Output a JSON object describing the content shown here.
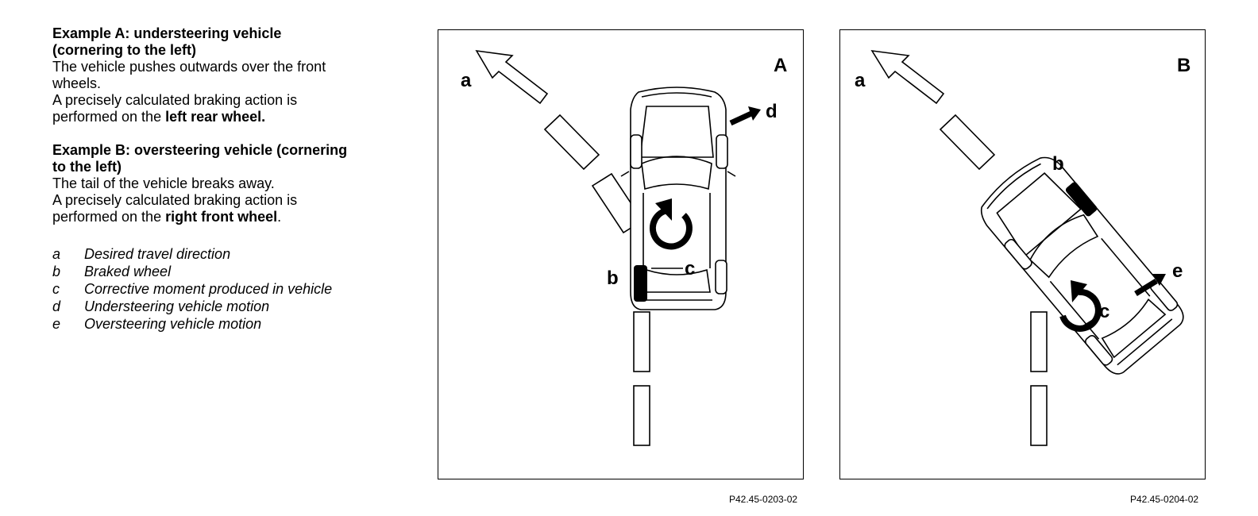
{
  "example_a": {
    "heading_line1": "Example A: understeering vehicle",
    "heading_line2": "(cornering to the left)",
    "desc_line1": "The vehicle pushes outwards over the front",
    "desc_line2": "wheels.",
    "action_line1": "A precisely calculated braking action is",
    "action_prefix": "performed on the ",
    "action_bold": "left rear wheel."
  },
  "example_b": {
    "heading_line1": "Example B: oversteering vehicle (cornering",
    "heading_line2": "to the left)",
    "desc_line1": "The tail of the vehicle breaks away.",
    "action_line1": "A precisely calculated braking action is",
    "action_prefix": "performed on the ",
    "action_bold": "right front wheel",
    "action_suffix": "."
  },
  "legend": [
    {
      "key": "a",
      "text": "Desired travel direction"
    },
    {
      "key": "b",
      "text": "Braked wheel"
    },
    {
      "key": "c",
      "text": "Corrective moment produced in vehicle"
    },
    {
      "key": "d",
      "text": "Understeering vehicle motion"
    },
    {
      "key": "e",
      "text": "Oversteering vehicle motion"
    }
  ],
  "figure_a": {
    "panel_letter": "A",
    "label_a": "a",
    "label_b": "b",
    "label_c": "c",
    "label_d": "d",
    "caption": "P42.45-0203-02"
  },
  "figure_b": {
    "panel_letter": "B",
    "label_a": "a",
    "label_b": "b",
    "label_c": "c",
    "label_e": "e",
    "caption": "P42.45-0204-02"
  }
}
